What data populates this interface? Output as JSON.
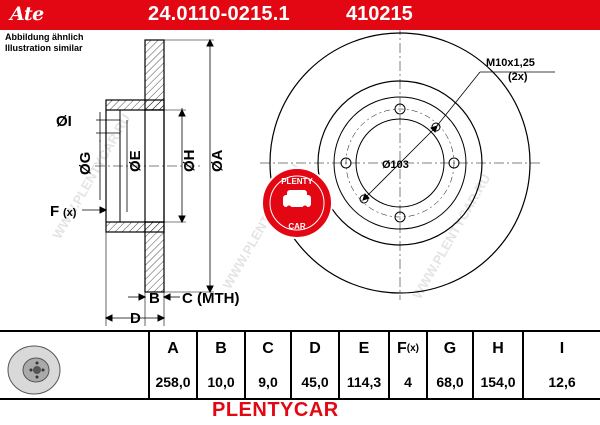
{
  "header": {
    "logo_text": "Ate",
    "part_number": "24.0110-0215.1",
    "ref_number": "410215"
  },
  "notes": {
    "line1": "Abbildung ähnlich",
    "line2": "Illustration similar"
  },
  "drawing_labels": {
    "dim_I": "ØI",
    "dim_G": "ØG",
    "dim_E": "ØE",
    "dim_H": "ØH",
    "dim_A": "ØA",
    "dim_F": "F",
    "dim_F_sub": "(x)",
    "dim_B": "B",
    "dim_C": "C (MTH)",
    "dim_D": "D",
    "thread": "M10x1,25",
    "thread_count": "(2x)",
    "pcd": "Ø103"
  },
  "watermark": {
    "badge_text_top": "PLENTY",
    "badge_text_bottom": "CAR",
    "red": "#e30613"
  },
  "table": {
    "columns": [
      {
        "key": "A",
        "sub": "",
        "value": "258,0"
      },
      {
        "key": "B",
        "sub": "",
        "value": "10,0"
      },
      {
        "key": "C",
        "sub": "",
        "value": "9,0"
      },
      {
        "key": "D",
        "sub": "",
        "value": "45,0"
      },
      {
        "key": "E",
        "sub": "",
        "value": "114,3"
      },
      {
        "key": "F",
        "sub": "(x)",
        "value": "4"
      },
      {
        "key": "G",
        "sub": "",
        "value": "68,0"
      },
      {
        "key": "H",
        "sub": "",
        "value": "154,0"
      },
      {
        "key": "I",
        "sub": "",
        "value": "12,6"
      }
    ]
  },
  "footer": {
    "brand": "PLENTYCAR"
  }
}
